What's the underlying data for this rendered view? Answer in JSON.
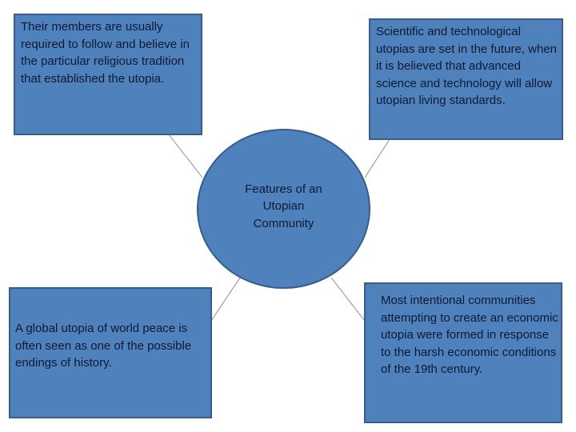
{
  "diagram": {
    "type": "mind-map",
    "colors": {
      "fill": "#4f81bd",
      "border": "#385d8a",
      "text": "#0d1a33",
      "connector": "#8c8c8c"
    },
    "center": {
      "label": "Features of an Utopian Community"
    },
    "nodes": [
      {
        "position": "top-left",
        "text": "Their members are usually required to follow and believe in the particular religious tradition that established the utopia."
      },
      {
        "position": "top-right",
        "text": "Scientific and technological utopias are set in the future, when it is believed that advanced science and technology will allow utopian living standards."
      },
      {
        "position": "bottom-left",
        "text": "A global utopia of world peace is often seen as one of the possible endings of history."
      },
      {
        "position": "bottom-right",
        "text": "Most intentional communities attempting to create an economic utopia were formed in response to the harsh economic conditions of the 19th century."
      }
    ]
  }
}
